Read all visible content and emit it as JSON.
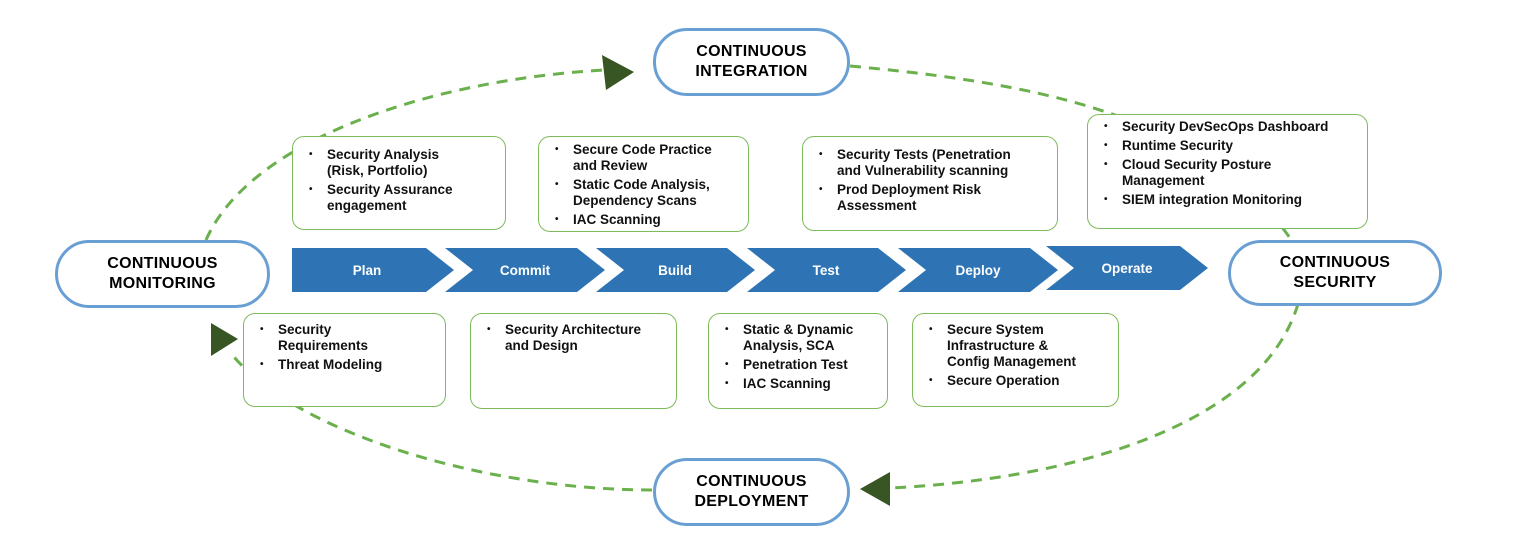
{
  "phases": {
    "integration": "CONTINUOUS\nINTEGRATION",
    "monitoring": "CONTINUOUS\nMONITORING",
    "security": "CONTINUOUS\nSECURITY",
    "deployment": "CONTINUOUS\nDEPLOYMENT"
  },
  "stages": [
    "Plan",
    "Commit",
    "Build",
    "Test",
    "Deploy",
    "Operate"
  ],
  "top_boxes": [
    [
      "Security Analysis\n(Risk, Portfolio)",
      "Security Assurance\nengagement"
    ],
    [
      "Secure Code Practice\nand Review",
      "Static Code Analysis,\nDependency Scans",
      "IAC Scanning"
    ],
    [
      "Security Tests (Penetration\nand Vulnerability scanning",
      "Prod Deployment Risk\nAssessment"
    ],
    [
      "Security DevSecOps Dashboard",
      "Runtime Security",
      "Cloud Security Posture\nManagement",
      "SIEM integration Monitoring"
    ]
  ],
  "bottom_boxes": [
    [
      "Security\nRequirements",
      "Threat Modeling"
    ],
    [
      "Security Architecture\nand Design"
    ],
    [
      "Static & Dynamic\nAnalysis, SCA",
      "Penetration Test",
      "IAC Scanning"
    ],
    [
      "Secure System\nInfrastructure &\nConfig Management",
      "Secure Operation"
    ]
  ],
  "colors": {
    "stage_fill": "#2e74b5",
    "pill_border": "#6a9fd4",
    "loop_dash": "#6ab04c",
    "arrow_head": "#375623",
    "box_border": "#7dbb5a"
  }
}
